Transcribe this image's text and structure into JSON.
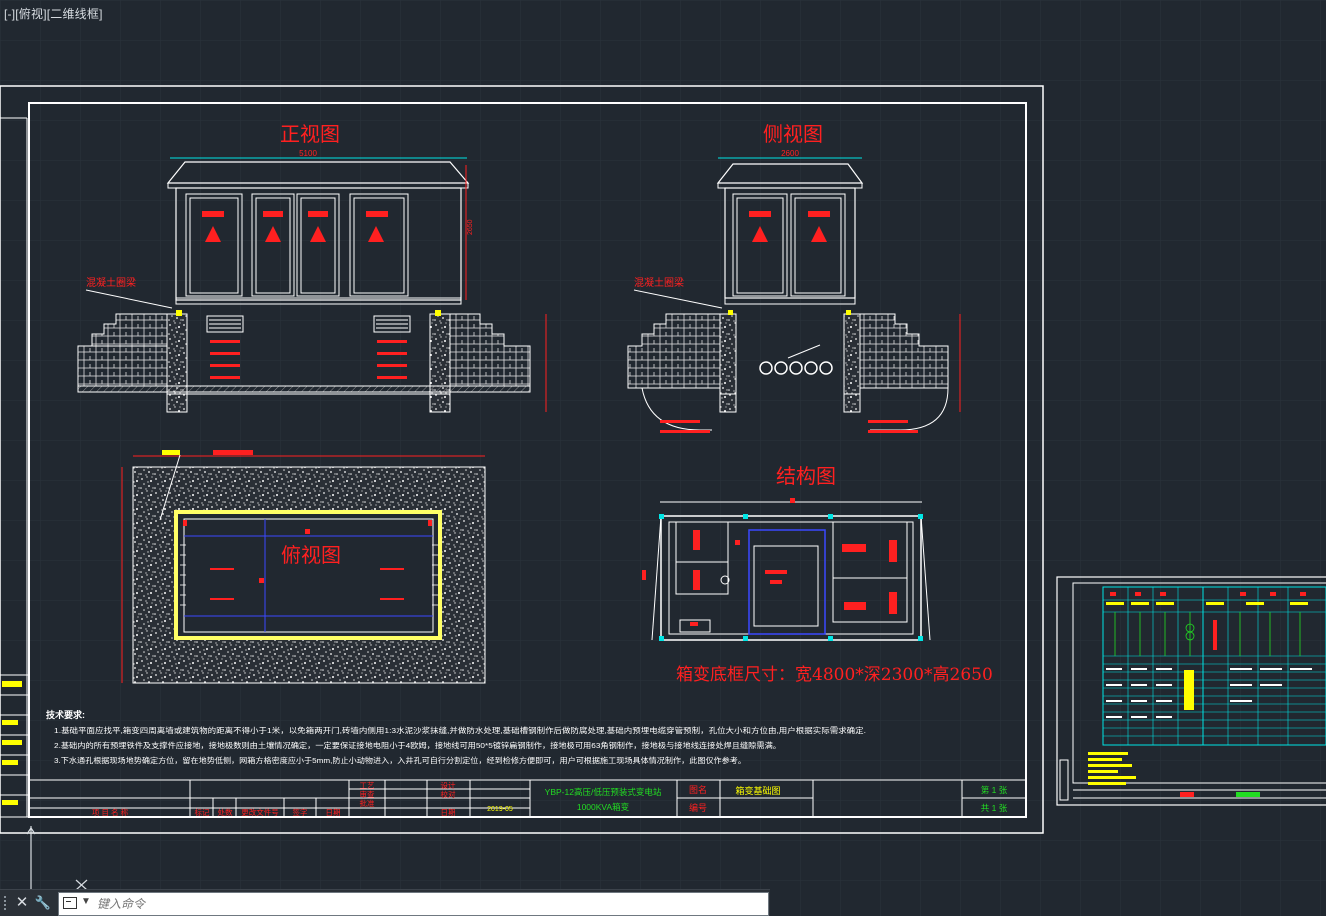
{
  "viewport": {
    "label": "[-][俯视][二维线框]"
  },
  "drawing": {
    "front_view_title": "正视图",
    "side_view_title": "侧视图",
    "top_view_title": "俯视图",
    "structure_title": "结构图",
    "front_width_dim": "5100",
    "side_width_dim": "2600",
    "concrete_ring_label_left": "混凝土圈梁",
    "concrete_ring_label_right": "混凝土圈梁",
    "base_frame_size": "箱变底框尺寸：宽4800*深2300*高2650",
    "tech_requirements": {
      "heading": "技术要求:",
      "items": [
        "1.基础平面应找平,箱变四周离墙或建筑物的距离不得小于1米，以免箱两开门,砖墙内侧用1:3水泥沙浆抹缝,并做防水处理,基础槽钢制作后做防腐处理,基础内预埋电缆穿管预制，孔位大小和方位由,用户根据实际需求确定.",
        "2.基础内的所有预埋铁件及支撑件应接地，接地极数则由土壤情况确定，一定要保证接地电阻小于4欧姆，接地线可用50*5镀锌扁钢制作，接地极可用63角钢制作，接地极与接地线连接处焊且缝隙需满。",
        "3.下水通孔根据现场地势确定方位，留在地势低侧，网箱方格密度应小于5mm,防止小动物进入，入井孔可自行分割定位，经到检修方便即可，用户可根据施工现场具体情况制作，此图仅作参考。"
      ]
    },
    "title_block": {
      "project": "YBP-12高压/低压预装式变电站",
      "spec": "1000KVA箱变",
      "drawing_name_label": "图名",
      "drawing_name": "箱变基础图",
      "number_label": "编号",
      "sheet": "第 1 张",
      "total": "共 1 张",
      "item_name_label": "项 目 名 称",
      "date": "2019-05",
      "col_labels": [
        "标记",
        "处数",
        "更改文件号",
        "签字",
        "日期"
      ],
      "role_labels": [
        "工艺",
        "审查",
        "批准",
        "设计",
        "校对",
        "日期"
      ]
    }
  },
  "command_line": {
    "placeholder": "键入命令",
    "close_label": "✕",
    "settings_label": "🔧",
    "grip_label": ""
  },
  "colors": {
    "background": "#212830",
    "grid": "#2c343d",
    "line": "#ffffff",
    "red": "#ff1f1f",
    "yellow": "#ffff00",
    "cyan": "#00e5e5",
    "green": "#22dd22",
    "blue": "#3a48ff"
  }
}
